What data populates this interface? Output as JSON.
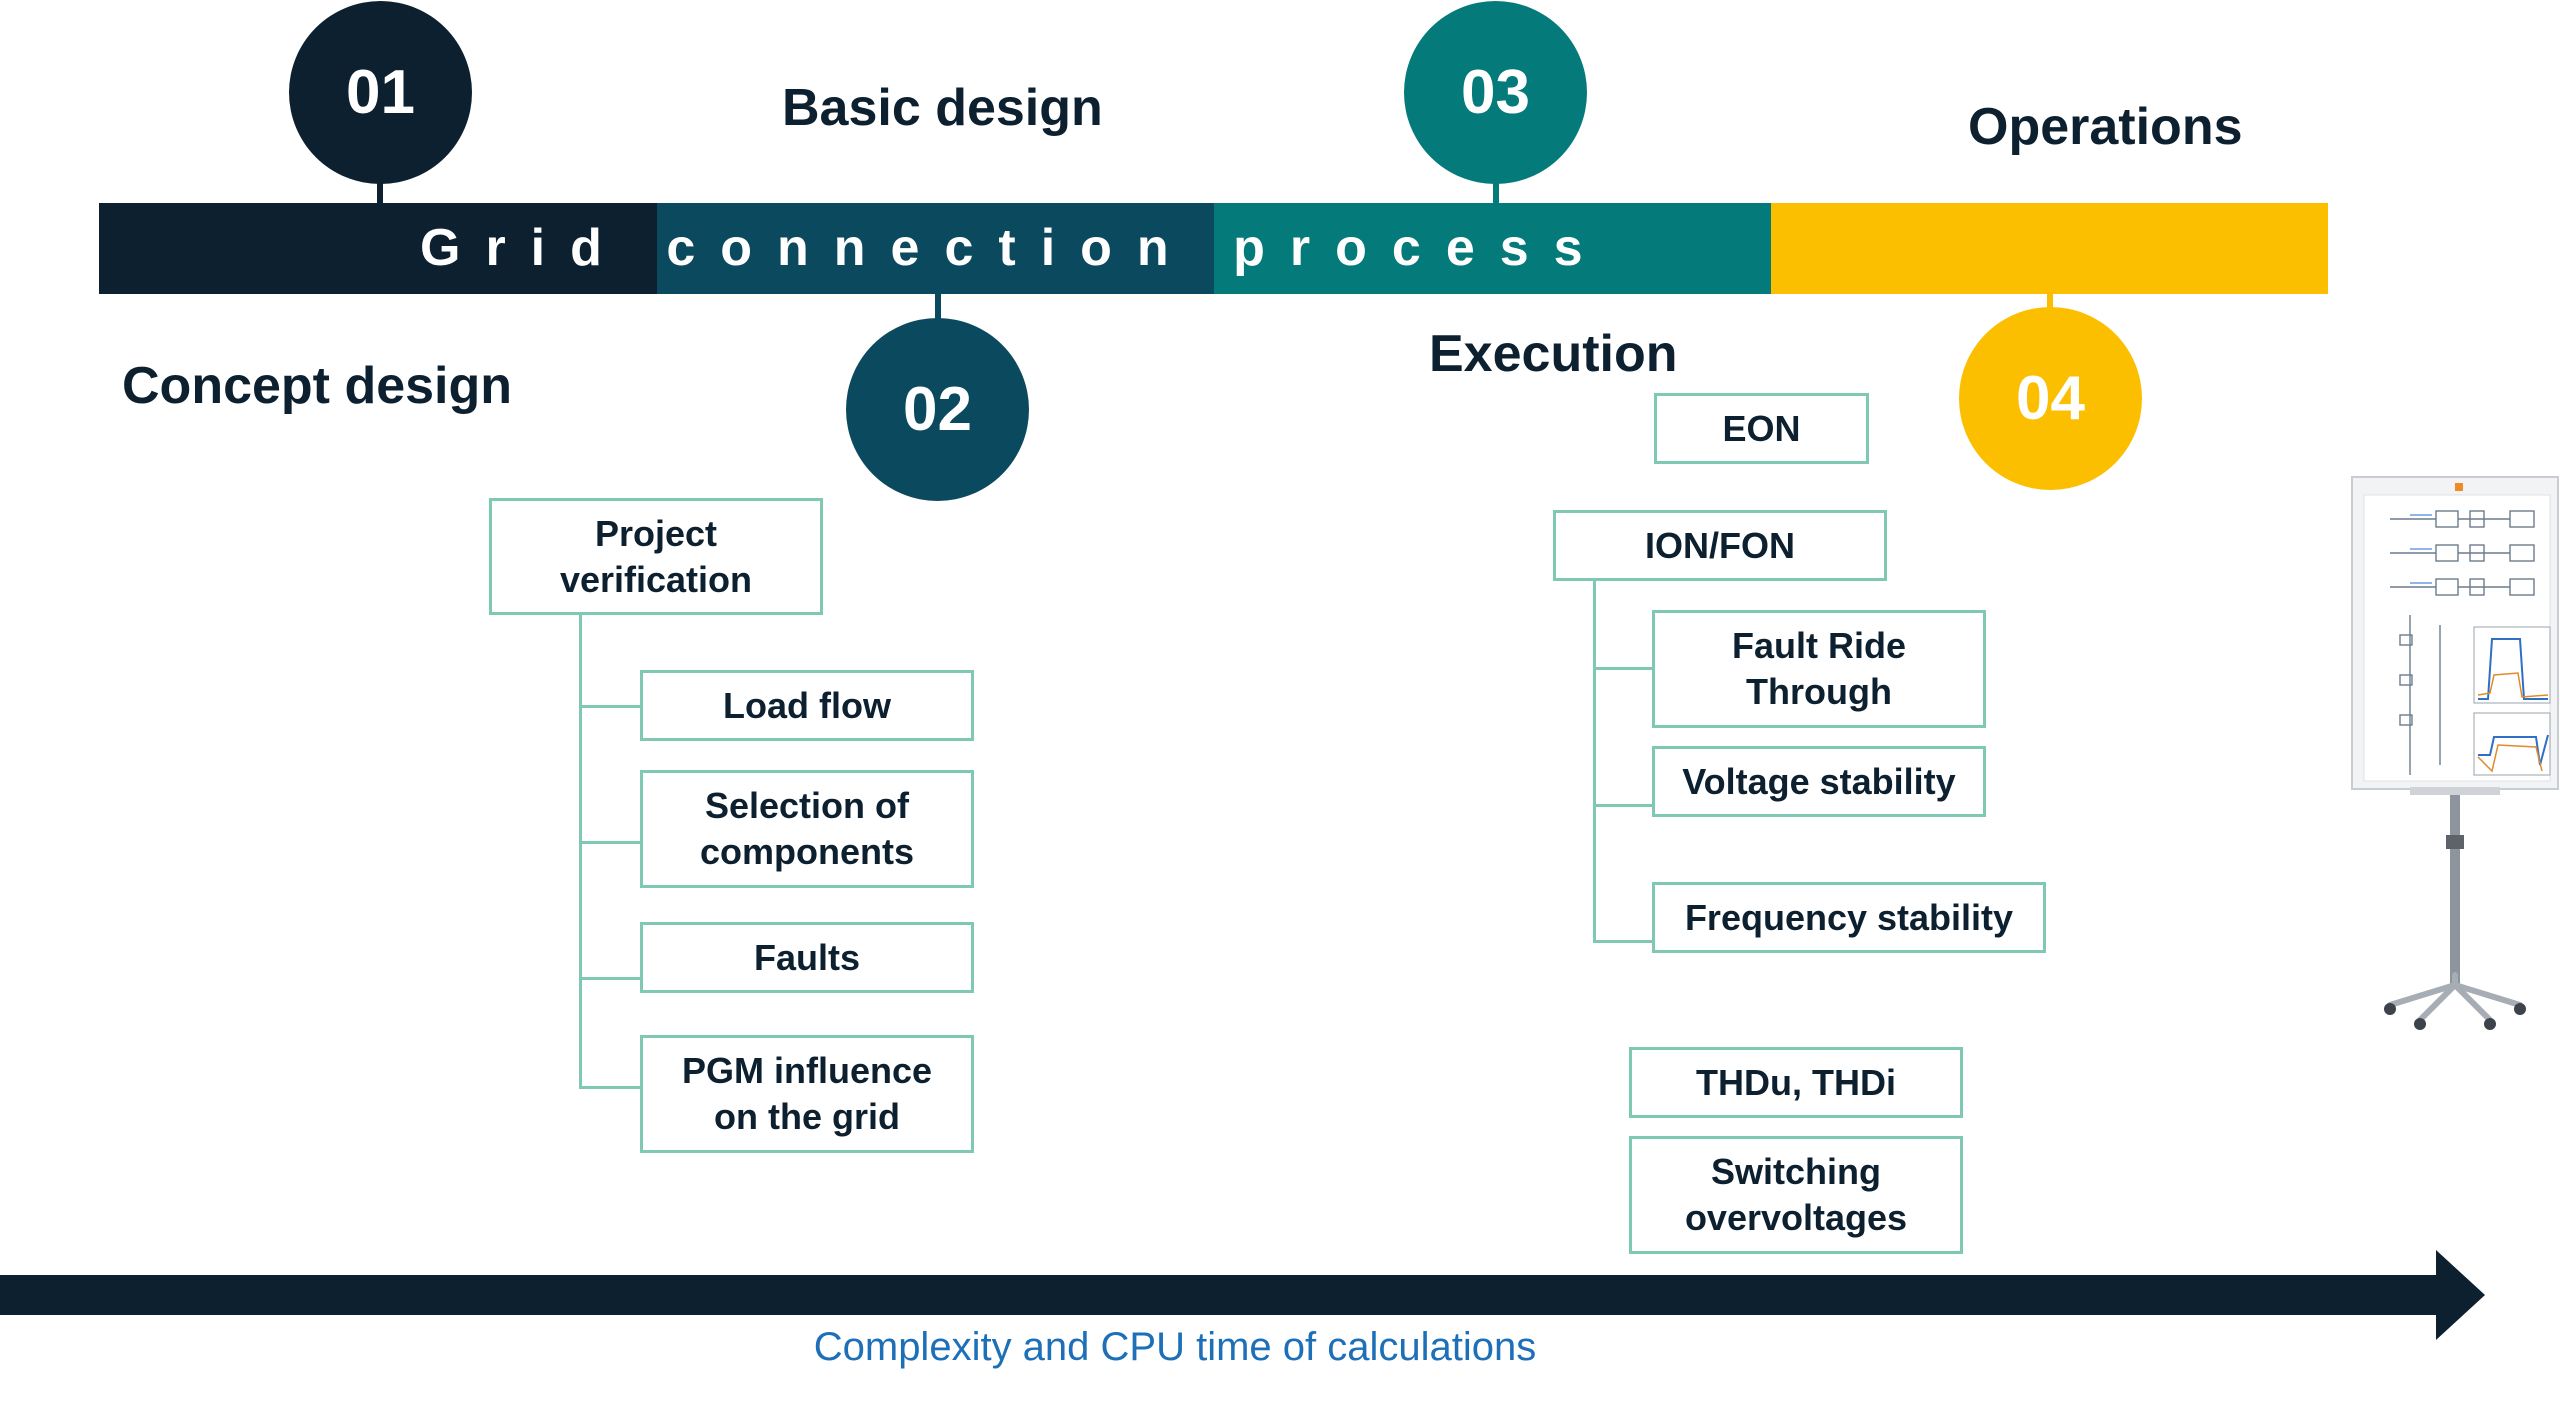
{
  "banner": {
    "title": "Grid connection process"
  },
  "phases": [
    {
      "number": "01",
      "label": "Concept design"
    },
    {
      "number": "02",
      "label": "Basic design"
    },
    {
      "number": "03",
      "label": "Execution"
    },
    {
      "number": "04",
      "label": "Operations"
    }
  ],
  "colors": {
    "navy": "#0d2030",
    "dark_teal": "#0b4a5e",
    "teal": "#047a7a",
    "gold": "#fbbf00",
    "box_border": "#7fc8b3",
    "caption": "#1d6fb8"
  },
  "basic_design_tree": {
    "root": "Project\nverification",
    "items": [
      "Load flow",
      "Selection of\ncomponents",
      "Faults",
      "PGM influence\non the grid"
    ]
  },
  "execution_tree": {
    "eon": "EON",
    "root": "ION/FON",
    "items": [
      "Fault Ride\nThrough",
      "Voltage stability",
      "Frequency stability"
    ],
    "extra": [
      "THDu, THDi",
      "Switching\novervoltages"
    ]
  },
  "axis": {
    "caption": "Complexity and CPU time of calculations"
  },
  "image": {
    "icon": "flipchart-stand-icon"
  }
}
